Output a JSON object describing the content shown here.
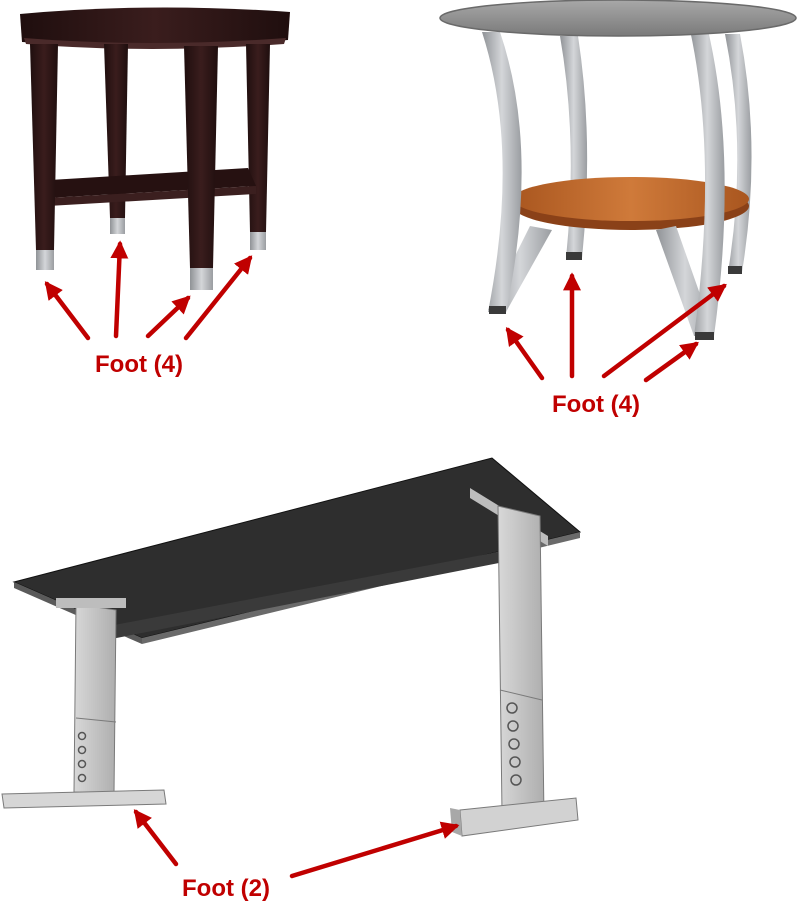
{
  "colors": {
    "annotation": "#c00000",
    "dark_wood": "#2a1414",
    "metal": "#b9bcc0",
    "tabletop_glass": "#8e8e8e",
    "warm_wood": "#c0692e",
    "desk_top": "#2e2e2e",
    "desk_frame": "#c9c9c9"
  },
  "figures": [
    {
      "id": "dark-wood-side-table",
      "label": "Foot (4)"
    },
    {
      "id": "round-glass-table",
      "label": "Foot (4)"
    },
    {
      "id": "standing-desk",
      "label": "Foot (2)"
    }
  ]
}
